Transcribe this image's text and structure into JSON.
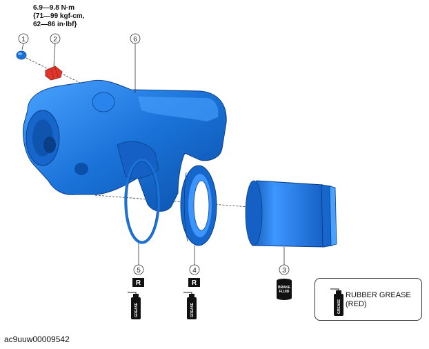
{
  "torque_spec": {
    "line1": "6.9—9.8 N·m",
    "line2": "{71—99 kgf-cm,",
    "line3": "62—86 in·lbf}"
  },
  "callouts": {
    "c1": "1",
    "c2": "2",
    "c3": "3",
    "c4": "4",
    "c5": "5",
    "c6": "6"
  },
  "badges": {
    "r_under_5": "R",
    "r_under_4": "R"
  },
  "brake_fluid_label": {
    "line1": "BRAKE",
    "line2": "FLUID"
  },
  "grease_tube_label": "GREASE",
  "legend": {
    "line1": "RUBBER GREASE",
    "line2": "(RED)"
  },
  "footer_code": "ac9uuw00009542",
  "colors": {
    "part_blue": "#1a73d9",
    "part_blue_dark": "#0b4fa8",
    "part_blue_light": "#4aa2ff",
    "bleeder_cap_red": "#e0352b",
    "outline": "#222222"
  }
}
